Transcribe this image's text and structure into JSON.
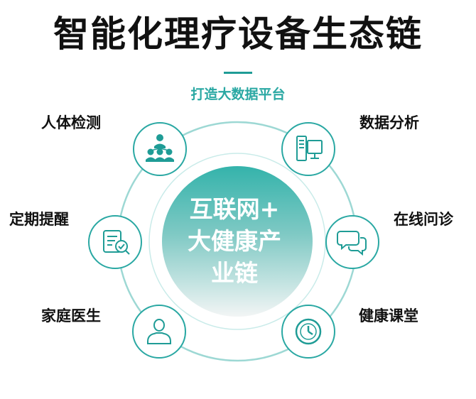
{
  "title": "智能化理疗设备生态链",
  "subtitle": "打造大数据平台",
  "center": {
    "lines": [
      "互联网+",
      "大健康产",
      "业链"
    ]
  },
  "nodes": [
    {
      "label": "人体检测",
      "icon": "people-network-icon"
    },
    {
      "label": "数据分析",
      "icon": "computer-icon"
    },
    {
      "label": "定期提醒",
      "icon": "checklist-icon"
    },
    {
      "label": "在线问诊",
      "icon": "chat-bubbles-icon"
    },
    {
      "label": "家庭医生",
      "icon": "user-icon"
    },
    {
      "label": "健康课堂",
      "icon": "clock-icon"
    }
  ],
  "colors": {
    "accent": "#2aa8a3",
    "ring": "#8fd3cf",
    "center_top": "#3fb9b1",
    "center_bottom": "#f1f4f4",
    "icon_stroke": "#1f9c96"
  }
}
